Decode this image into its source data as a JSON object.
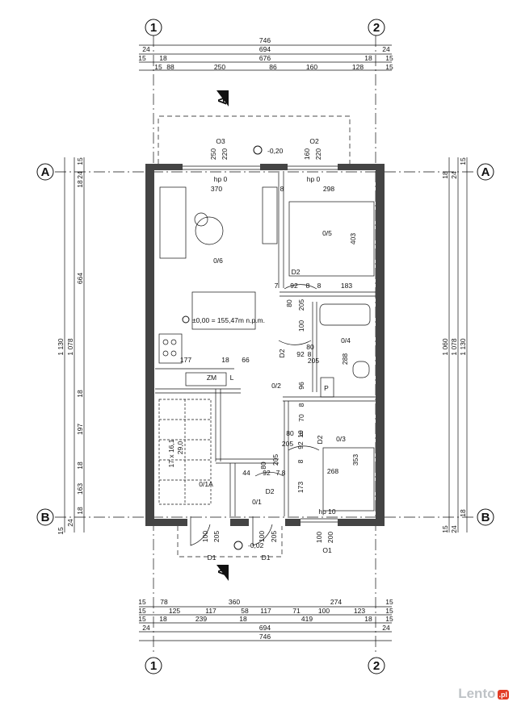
{
  "axes": {
    "col1": "1",
    "col2": "2",
    "rowA": "A",
    "rowB": "B"
  },
  "top_dims": {
    "r1": [
      "746"
    ],
    "r2": [
      "24",
      "694",
      "24"
    ],
    "r3": [
      "15",
      "18",
      "676",
      "18",
      "15"
    ],
    "r4": [
      "15",
      "88",
      "250",
      "86",
      "160",
      "128",
      "15"
    ]
  },
  "bottom_dims": {
    "r1": [
      "15",
      "78",
      "360",
      "274",
      "15"
    ],
    "r2": [
      "15",
      "125",
      "117",
      "58",
      "117",
      "71",
      "100",
      "123",
      "15"
    ],
    "r3": [
      "15",
      "18",
      "239",
      "18",
      "419",
      "18",
      "15"
    ],
    "r4": [
      "24",
      "694",
      "24"
    ],
    "r5": [
      "746"
    ]
  },
  "left_dims": {
    "outer": "1 130",
    "mid": "1 078",
    "inner": [
      "24",
      "18",
      "664",
      "18",
      "197",
      "18",
      "163",
      "18",
      "24"
    ],
    "small": [
      "15",
      "15"
    ]
  },
  "right_dims": {
    "outer": "1 130",
    "mid": "1 078",
    "inner": "1 060",
    "small": [
      "18",
      "24",
      "15",
      "15",
      "24",
      "18"
    ]
  },
  "section_marks": [
    "A",
    "A"
  ],
  "windows": {
    "o3": {
      "label": "O3",
      "w": "250",
      "h": "220",
      "sill": "hp 0"
    },
    "o2": {
      "label": "O2",
      "w": "160",
      "h": "220",
      "sill": "hp 0"
    },
    "o1": {
      "label": "O1",
      "w": "100",
      "h": "200",
      "sill": "hp 10"
    }
  },
  "levels": {
    "top": "-0,20",
    "entry": "-0,02",
    "floor": "±0,00 = 155,47m n.p.m."
  },
  "rooms": {
    "living": "0/6",
    "bedroom_top": "0/5",
    "bath": "0/4",
    "hall": "0/2",
    "bedroom_bottom": "0/3",
    "stair": "0/1A",
    "vestibule": "0/1"
  },
  "room_dims": {
    "living_w": "370",
    "living_8": "8",
    "bed5_w": "298",
    "bed5_h": "403",
    "d2": "D2",
    "d2_92": "92",
    "d2_7": "7",
    "d2_8a": "8",
    "d2_8b": "8",
    "d2_183": "183",
    "v80a": "80",
    "v205a": "205",
    "v100": "100",
    "v80b": "80",
    "d2b": "D2",
    "d2b_92": "92",
    "d2b_8": "8",
    "bath_205": "205",
    "bath_288": "288",
    "v96": "96",
    "v70": "70",
    "v8c": "8",
    "k177": "177",
    "k18": "18",
    "k66": "66",
    "zm": "ZM",
    "l": "L",
    "p": "P",
    "s80": "80",
    "s8": "8",
    "s92": "92",
    "s10": "10",
    "d2c": "D2",
    "s205": "205",
    "bed3_w": "268",
    "bed3_h": "353",
    "v173": "173",
    "v8d": "8",
    "v_44": "44",
    "v_92": "92",
    "v_7": "7",
    "v_8": "8",
    "v_80": "80",
    "v_205": "205",
    "d2d": "D2",
    "stairs": "17 x 16,1",
    "stairs2": "29,0",
    "e100a": "100",
    "e205a": "205",
    "e100b": "100",
    "e205b": "205",
    "d1a": "D1",
    "d1b": "D1"
  },
  "watermark": {
    "brand": "Lento",
    "tld": ".pl"
  }
}
